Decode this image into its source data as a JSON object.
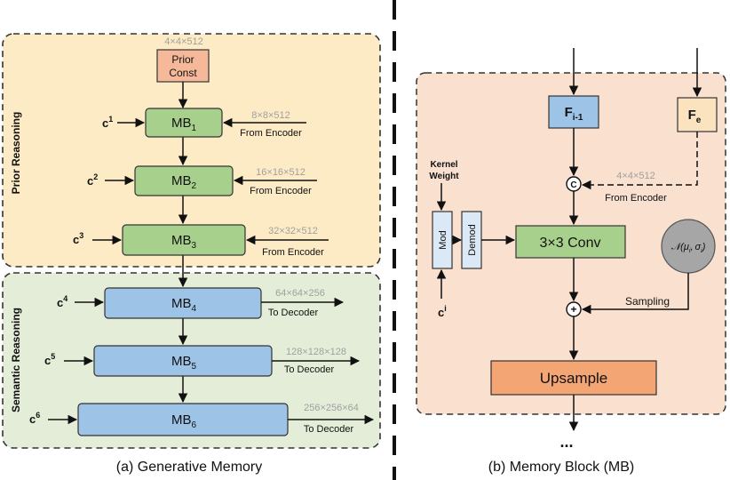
{
  "left_panel": {
    "caption": "(a) Generative Memory",
    "prior_region_label": "Prior Reasoning",
    "semantic_region_label": "Semantic Reasoning",
    "prior_const": {
      "line1": "Prior",
      "line2": "Const",
      "dim": "4×4×512"
    },
    "blocks": [
      {
        "base": "MB",
        "sub": "1",
        "cond_base": "c",
        "cond_sup": "1",
        "dim": "8×8×512",
        "io": "From Encoder"
      },
      {
        "base": "MB",
        "sub": "2",
        "cond_base": "c",
        "cond_sup": "2",
        "dim": "16×16×512",
        "io": "From Encoder"
      },
      {
        "base": "MB",
        "sub": "3",
        "cond_base": "c",
        "cond_sup": "3",
        "dim": "32×32×512",
        "io": "From Encoder"
      },
      {
        "base": "MB",
        "sub": "4",
        "cond_base": "c",
        "cond_sup": "4",
        "dim": "64×64×256",
        "io": "To Decoder"
      },
      {
        "base": "MB",
        "sub": "5",
        "cond_base": "c",
        "cond_sup": "5",
        "dim": "128×128×128",
        "io": "To Decoder"
      },
      {
        "base": "MB",
        "sub": "6",
        "cond_base": "c",
        "cond_sup": "6",
        "dim": "256×256×64",
        "io": "To Decoder"
      }
    ]
  },
  "right_panel": {
    "caption": "(b) Memory Block (MB)",
    "f_prev": {
      "base": "F",
      "sub": "i-1"
    },
    "f_enc": {
      "base": "F",
      "sub": "e"
    },
    "concat_symbol": "C",
    "enc_dim": "4×4×512",
    "enc_label": "From Encoder",
    "kernel_line1": "Kernel",
    "kernel_line2": "Weight",
    "mod": "Mod",
    "demod": "Demod",
    "cond_base": "c",
    "cond_sup": "i",
    "conv": "3×3 Conv",
    "noise": {
      "n": "𝒩",
      "open": "(",
      "mu": "μ",
      "sub1": "i",
      "comma": ",",
      "sigma": "σ",
      "sub2": "i",
      "close": ")"
    },
    "sampling": "Sampling",
    "plus_symbol": "+",
    "upsample": "Upsample",
    "ellipsis": "..."
  },
  "colors": {
    "prior_bg": "#fdebc6",
    "semantic_bg": "#e4edd8",
    "right_bg": "#f9e0cf",
    "prior_const": "#f5b99a",
    "green_block": "#a8d08d",
    "blue_block": "#9dc3e6",
    "f_prev": "#9dc3e6",
    "f_enc": "#fbe3c0",
    "mod": "#dbe8f5",
    "upsample": "#f4a574",
    "noise": "#a6a6a6"
  }
}
